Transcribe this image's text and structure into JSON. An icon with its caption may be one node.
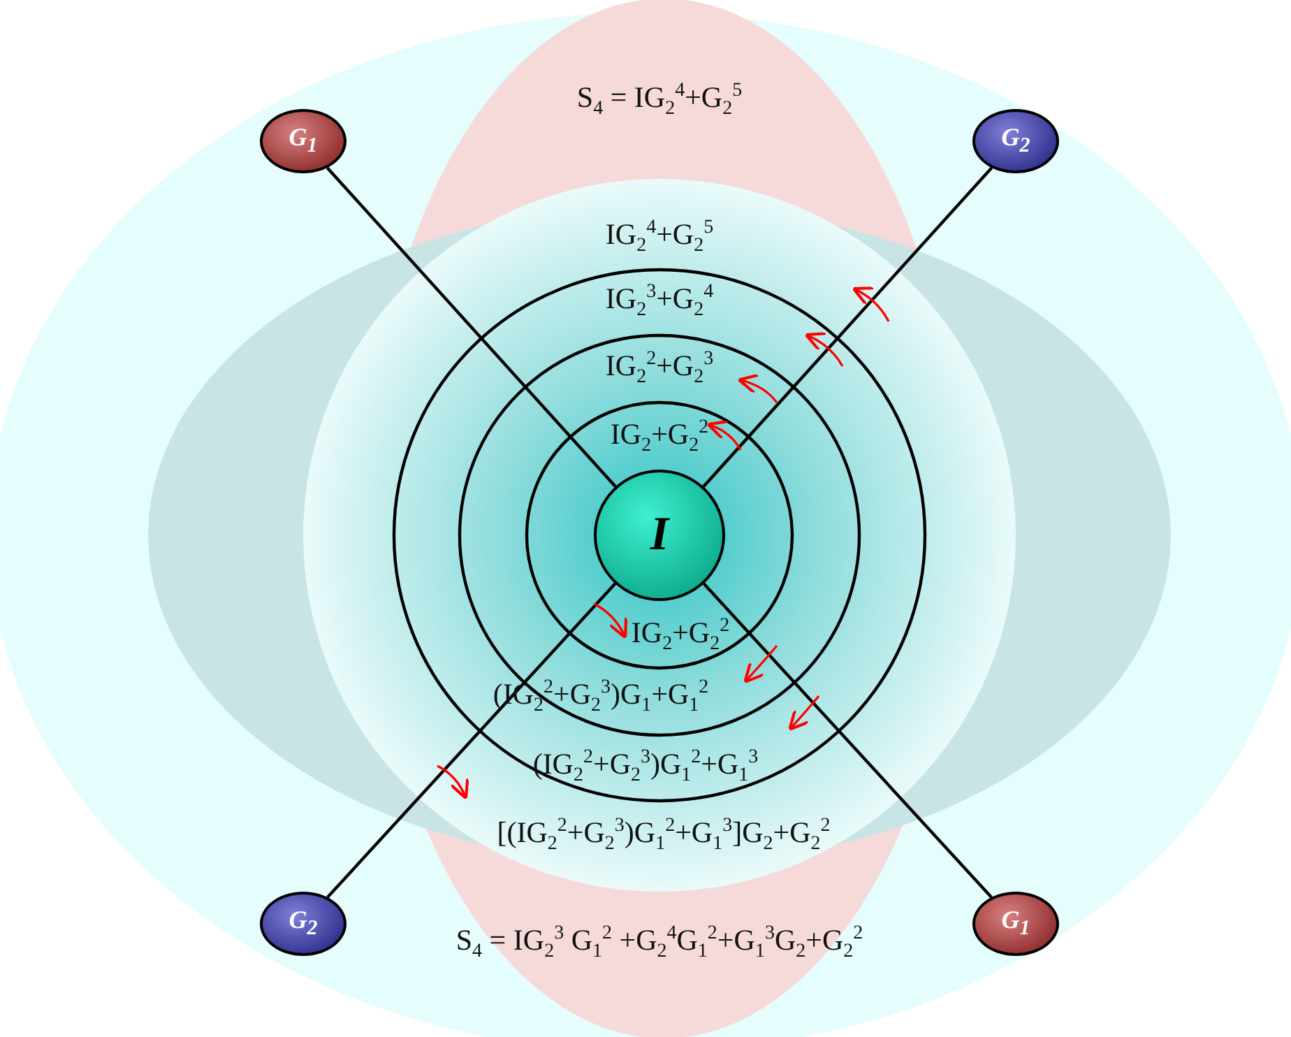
{
  "diagram": {
    "nodes": [
      {
        "text": [
          "I"
        ]
      },
      {
        "text": [
          "G$_{1}$"
        ]
      },
      {
        "text": [
          "G$_{2}$"
        ]
      },
      {
        "text": [
          "G$_{2}$"
        ]
      },
      {
        "text": [
          "G$_{1}$"
        ]
      }
    ],
    "edges": [
      {
        "from": 0,
        "to": 1,
        "arrow": "none"
      },
      {
        "from": 0,
        "to": 2,
        "arrow": "none"
      },
      {
        "from": 0,
        "to": 3,
        "arrow": "none"
      },
      {
        "from": 0,
        "to": 4,
        "arrow": "none"
      }
    ],
    "labels": [
      "S$_{4}$ = IG$_{2}$$^{4}$+G$_{2}$$^{5}$",
      "IG$_{2}$$^{4}$+G$_{2}$$^{5}$",
      "IG$_{2}$$^{3}$+G$_{2}$$^{4}$",
      "IG$_{2}$$^{2}$+G$_{2}$$^{3}$",
      "IG$_{2}$+G$_{2}$$^{2}$",
      "IG$_{2}$+G$_{2}$$^{2}$",
      "(IG$_{2}$$^{2}$+G$_{2}$$^{3}$)G$_{1}$+G$_{1}$$^{2}$",
      "(IG$_{2}$$^{2}$+G$_{2}$$^{3}$)G$_{1}$$^{2}$+G$_{1}$$^{3}$",
      "[(IG$_{2}$$^{2}$+G$_{2}$$^{3}$)G$_{1}$$^{2}$+G$_{1}$$^{3}$]G$_{2}$+G$_{2}$$^{2}$",
      "S$_{4}$ = IG$_{2}$$^{3}$ G$_{1}$$^{2}$ +G$_{2}$$^{4}$G$_{1}$$^{2}$+G$_{1}$$^{3}$G$_{2}$+G$_{2}$$^{2}$"
    ]
  }
}
